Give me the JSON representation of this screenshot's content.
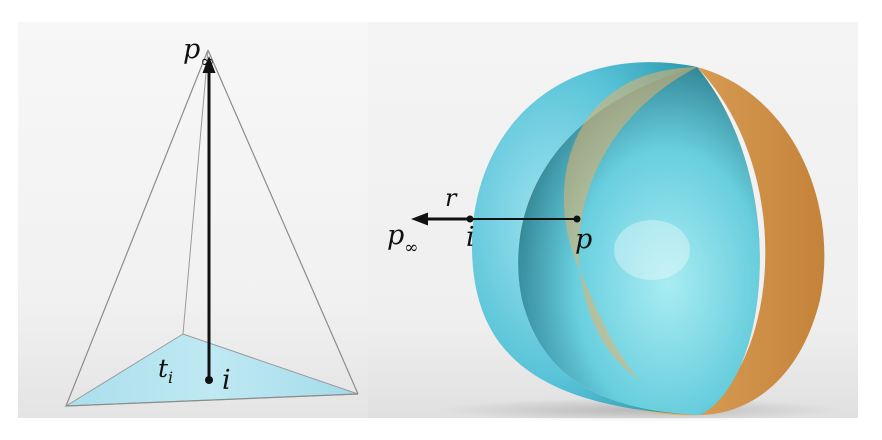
{
  "left_panel": {
    "apex_label": "p",
    "apex_subscript": "∞",
    "face_label": "t",
    "face_subscript": "i",
    "point_label": "i"
  },
  "right_panel": {
    "direction_label": "p",
    "direction_subscript": "∞",
    "radius_label": "r",
    "near_point_label": "i",
    "far_point_label": "p"
  },
  "colors": {
    "cyan_surface": "#6fd2e3",
    "cyan_dark": "#1f7f93",
    "orange_surface": "#e9b472",
    "orange_dark": "#c07f33",
    "triangle_fill": "#b6e6f1",
    "wireframe": "#8c8c8c",
    "ink": "#111111"
  }
}
